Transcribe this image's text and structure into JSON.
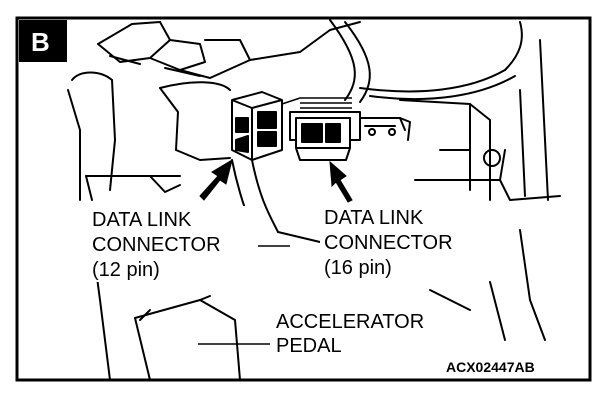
{
  "badge": "B",
  "labels": {
    "dlc12": [
      "DATA LINK",
      "CONNECTOR",
      "(12 pin)"
    ],
    "dlc16": [
      "DATA LINK",
      "CONNECTOR",
      "(16 pin)"
    ],
    "pedal": [
      "ACCELERATOR",
      "PEDAL"
    ]
  },
  "figure_code": "ACX02447AB",
  "colors": {
    "ink": "#000000",
    "paper": "#ffffff",
    "badge_bg": "#000000"
  }
}
